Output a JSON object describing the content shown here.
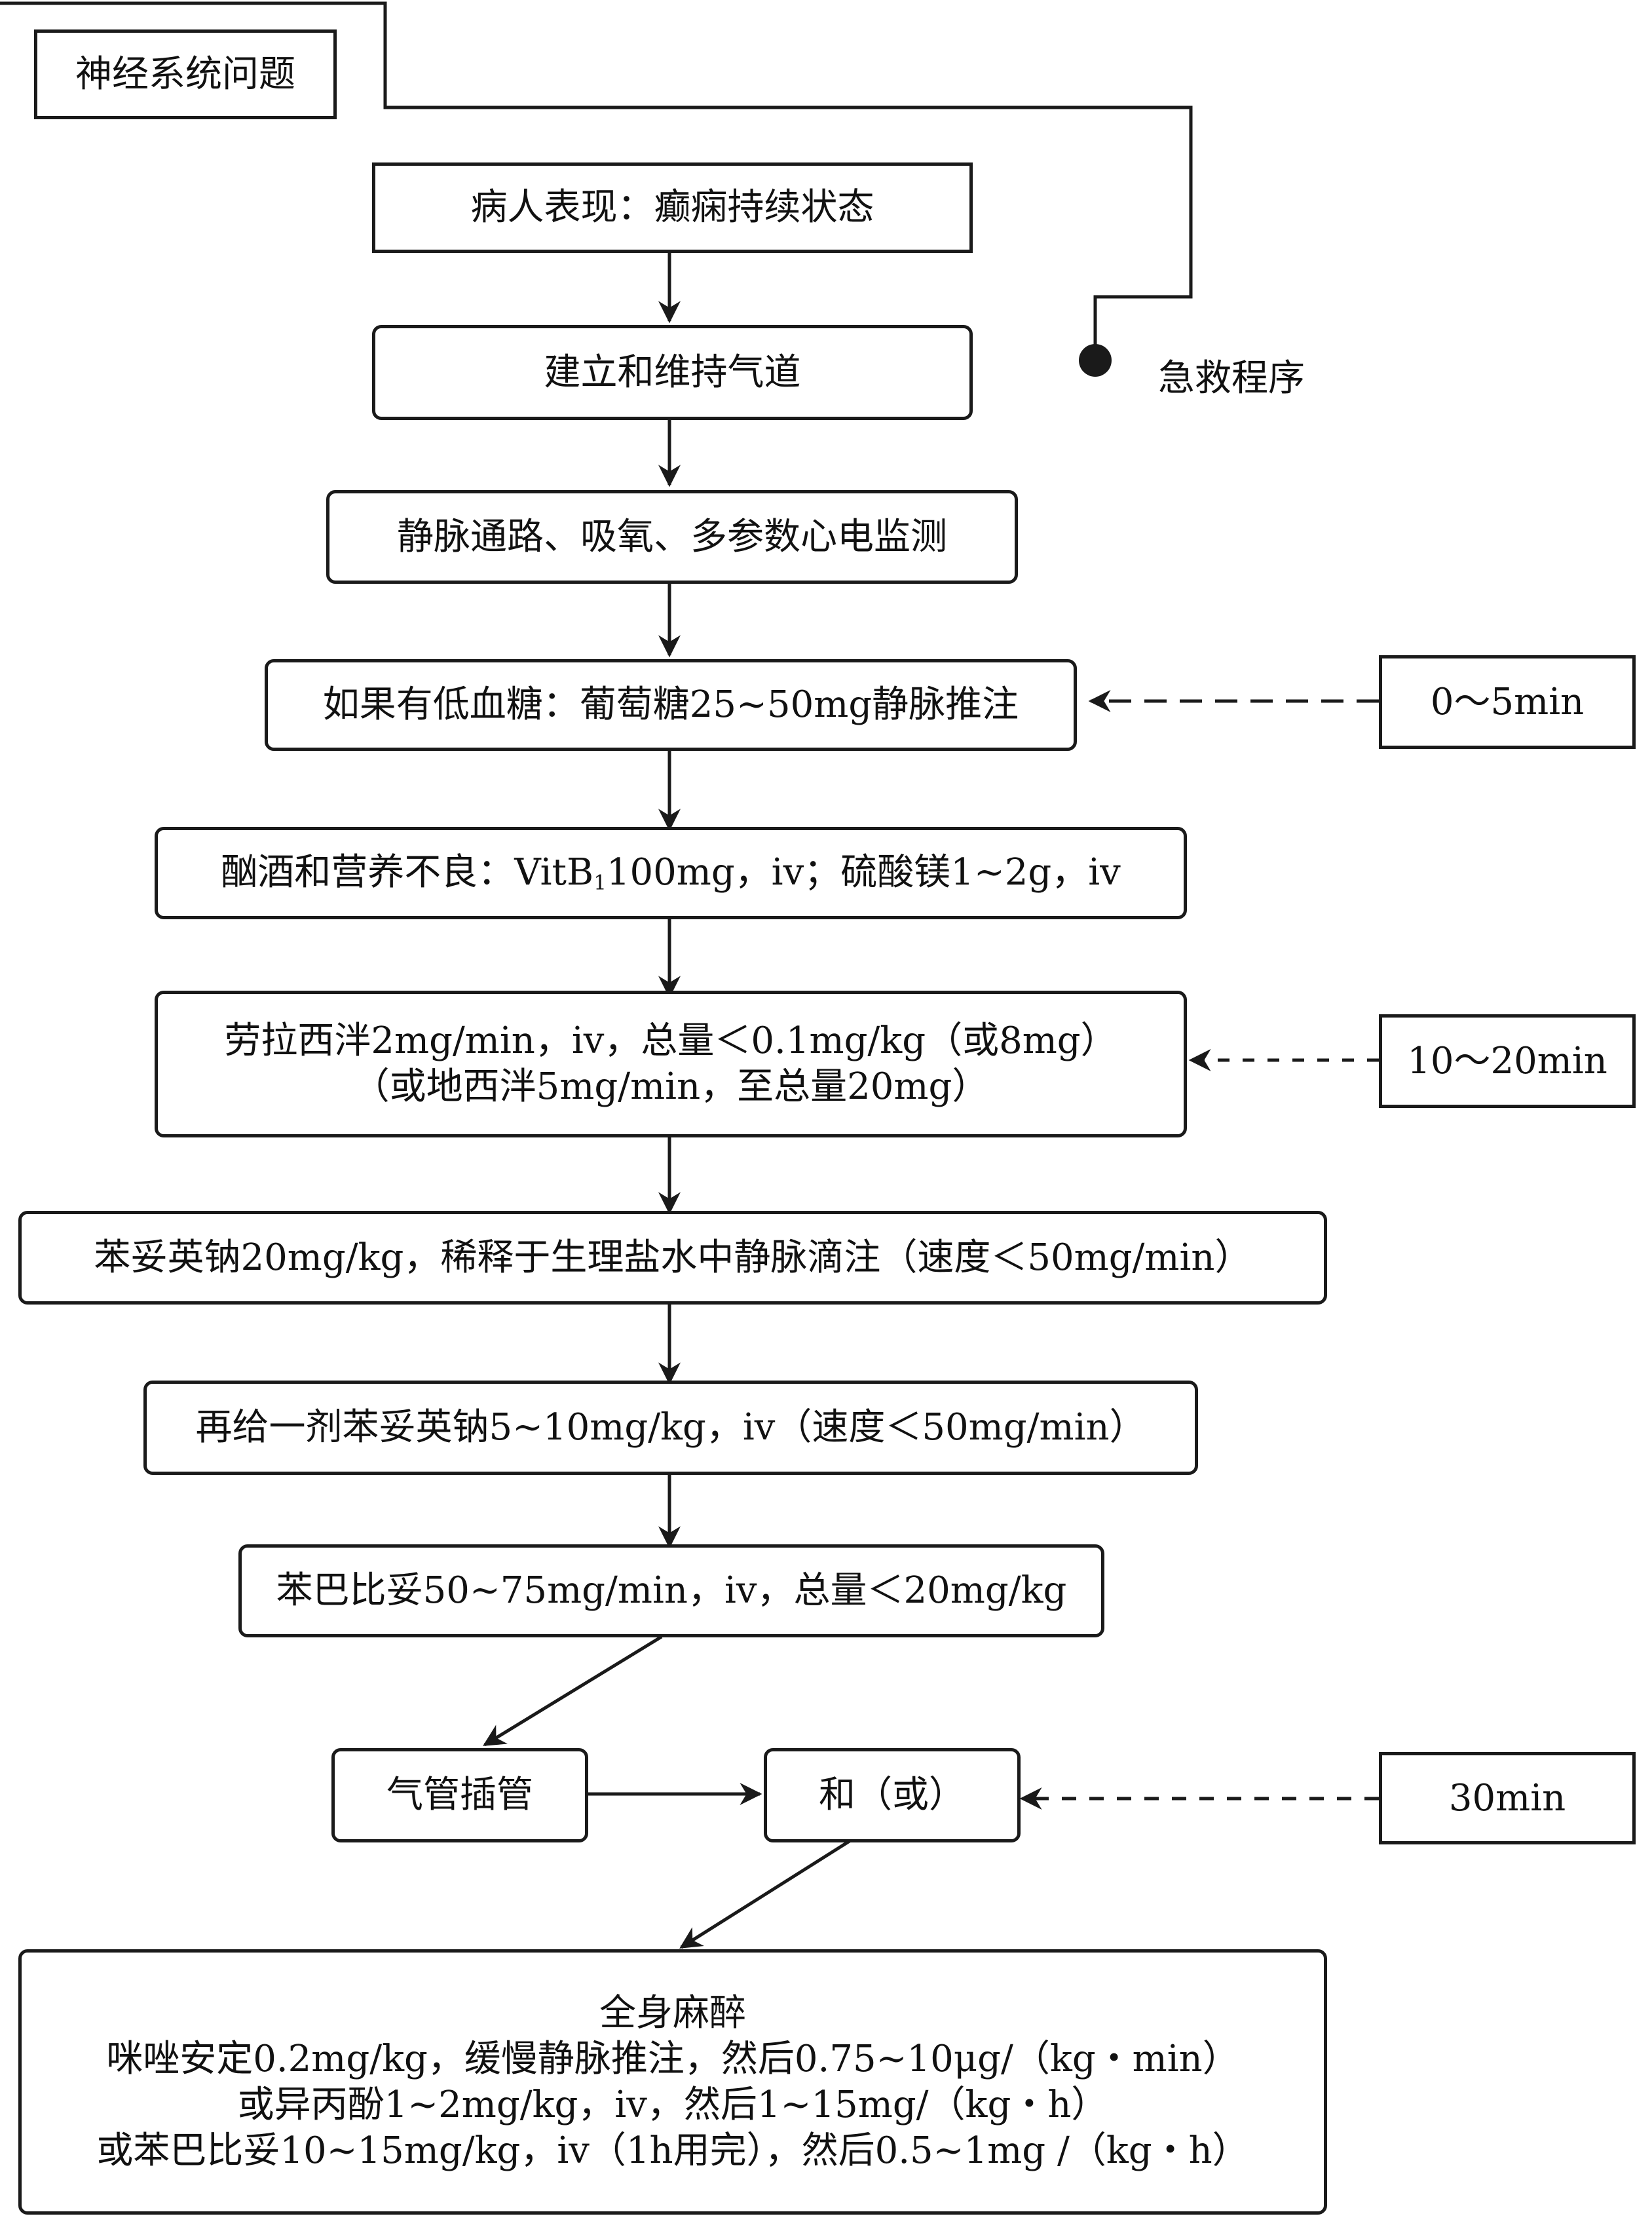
{
  "header": {
    "label": "神经系统问题"
  },
  "legend": {
    "label": "急救程序"
  },
  "steps": {
    "s1": "病人表现：癫痫持续状态",
    "s2": "建立和维持气道",
    "s3": "静脉通路、吸氧、多参数心电监测",
    "s4": "如果有低血糖：葡萄糖25~50mg静脉推注",
    "s5_a": "酗酒和营养不良：VitB",
    "s5_sub": "1",
    "s5_b": "100mg，iv；硫酸镁1~2g，iv",
    "s6_l1": "劳拉西泮2mg/min，iv，总量＜0.1mg/kg（或8mg）",
    "s6_l2": "（或地西泮5mg/min，至总量20mg）",
    "s7": "苯妥英钠20mg/kg，稀释于生理盐水中静脉滴注（速度＜50mg/min）",
    "s8": "再给一剂苯妥英钠5~10mg/kg，iv（速度＜50mg/min）",
    "s9": "苯巴比妥50~75mg/min，iv，总量＜20mg/kg",
    "s10": "气管插管",
    "s11": "和（或）",
    "s12_title": "全身麻醉",
    "s12_l1": "咪唑安定0.2mg/kg，缓慢静脉推注，然后0.75~10μg/（kg・min）",
    "s12_l2": "或异丙酚1~2mg/kg，iv，然后1~15mg/（kg・h）",
    "s12_l3": "或苯巴比妥10~15mg/kg，iv（1h用完），然后0.5~1mg /（kg・h）"
  },
  "times": {
    "t1": "0～5min",
    "t2": "10～20min",
    "t3": "30min"
  }
}
